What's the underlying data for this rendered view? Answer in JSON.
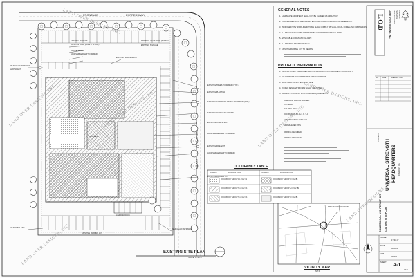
{
  "site_plan": {
    "street_labels": [
      "FRONTAGE",
      "EXPRESSWAY"
    ],
    "road_label": "GLENCOE",
    "court_label": "COURT",
    "callouts_upper": [
      "EXISTING SIGNAGE",
      "EXISTING LIGHT POLE (TYPICAL)",
      "OFFICE SPACE",
      "ACCESSIBLE RAMP TO REMAIN",
      "EXISTING PARKING LOT",
      "EXISTING LIGHT POLE (TYPICAL)",
      "EXISTING SIGNAGE"
    ],
    "callouts_left": [
      "VEHICULAR ENTRANCE",
      "SLOPED EXIT"
    ],
    "callouts_right": [
      "EXISTING TREES TO REMAIN (TYP.)",
      "EXISTING PLANTING",
      "EXISTING CONCRETE PAVING TO REMAIN (TYP.)",
      "EXISTING OVERHEAD AWNING",
      "EXISTING STAIRS / EXIT",
      "ACCESSIBLE RAMP TO REMAIN",
      "EXISTING FIRE EXIT",
      "ACCESSIBLE RAMP TO REMAIN",
      "EXISTING PARKING LOT"
    ],
    "callouts_lower": [
      "LOADING DOCK",
      "EXISTING PARKING LOT",
      "VEHICULAR ENTRANCE",
      "NO SLOPED EXIT"
    ],
    "title": "EXISTING SITE PLAN",
    "scale": "SCALE: 1\"=40'-0\"",
    "parcel_label": "0.0 ACRES"
  },
  "occupancy": {
    "title": "OCCUPANCY TABLE",
    "headers": [
      "SYMBOL",
      "DESCRIPTION",
      "SYMBOL",
      "DESCRIPTION"
    ],
    "rows": [
      [
        "OCCUPANCY GROUP A-1 / M-2 (B)",
        "OCCUPANCY GROUP B / M-2 (B)"
      ],
      [
        "OCCUPANCY GROUP S-1 / M-2 (B)",
        "OCCUPANCY GROUP A-3 / M-2 (B)"
      ],
      [
        "OCCUPANCY GROUP S-1 / M-2 (B)",
        "OCCUPANCY GROUP B / M-2 (B)"
      ]
    ]
  },
  "general_notes": {
    "title": "GENERAL NOTES",
    "items": [
      "1. LANDSCAPE ARCHITECT SHALL NOT BE CLAIMED AS ARCHITECT.",
      "2. PLAN & DIMENSIONS AND SHOWN EXISTING CONDITIONS ARE FOR REFERENCE.",
      "3. PROPOSED SITE WORK & ADDITIONS SHALL COMPLY WITH ALL LOCAL CODES AND ORDINANCES.",
      "4. ALL SIGNAGE SHALL BE APPROVED BY CITY PRIOR TO INSTALLATION.",
      "5. APPLICABLE CODES AS FOLLOWS:",
      "6. ALL EXISTING EXITS TO REMAIN.",
      "7. EXISTING PARKING LOT TO REMAIN."
    ]
  },
  "project_info": {
    "title": "PROJECT INFORMATION",
    "items": [
      "1. THIS IS A CONDITIONAL USE PERMIT APPLICATION FOR CHANGE OF OCCUPANCY.",
      "2. NO ADDITIONS TO EXISTING BUILDING FOOTPRINT.",
      "3. NO ALTERATIONS TO EXISTING SITE.",
      "4. ZONING DESIGNATION: M-2 (LIGHT INDUSTRIAL).",
      "5. PARKING TO COMPLY WITH ZONING REQUIREMENTS."
    ],
    "site_data": [
      "ASSESSOR PARCEL NUMBER:",
      "LOT AREA:",
      "BUILDING AREA:",
      "OCCUPANCY: A-1, A-3, B, S-1",
      "CONSTRUCTION TYPE: V-N",
      "SPRINKLERED: YES",
      "PARKING REQUIRED:",
      "PARKING PROVIDED:"
    ]
  },
  "vicinity": {
    "label": "PROJECT LOCATION",
    "title": "VICINITY MAP",
    "scale": "N.T.S."
  },
  "title_block": {
    "firm_logo": "L.O.D",
    "firm_name": "LAND OVER DESIGNS, INC.",
    "firm_lines": [
      "ARCHITECTURE",
      "PLANNING",
      "INTERIORS"
    ],
    "revisions_header": [
      "NO.",
      "DATE",
      "DESCRIPTION"
    ],
    "project_label": "PROJECT:",
    "project_name_1": "UNIVERSAL STRENGTH",
    "project_name_2": "HEADQUARTERS",
    "location": "FREMONT, CA",
    "sheet_title": "CONDITIONAL USE PERMIT SET",
    "drawing_title": "EXISTING SITE PLAN",
    "meta": [
      {
        "label": "SCALE",
        "value": "1\"=40'-0\""
      },
      {
        "label": "DATE",
        "value": "00.00.00"
      },
      {
        "label": "JOB",
        "value": "00-000"
      },
      {
        "label": "SHEET",
        "value": ""
      }
    ],
    "sheet_number": "A-1",
    "sheet_of": "OF 1"
  },
  "watermark": "LAND OVER DESIGNS, INC."
}
